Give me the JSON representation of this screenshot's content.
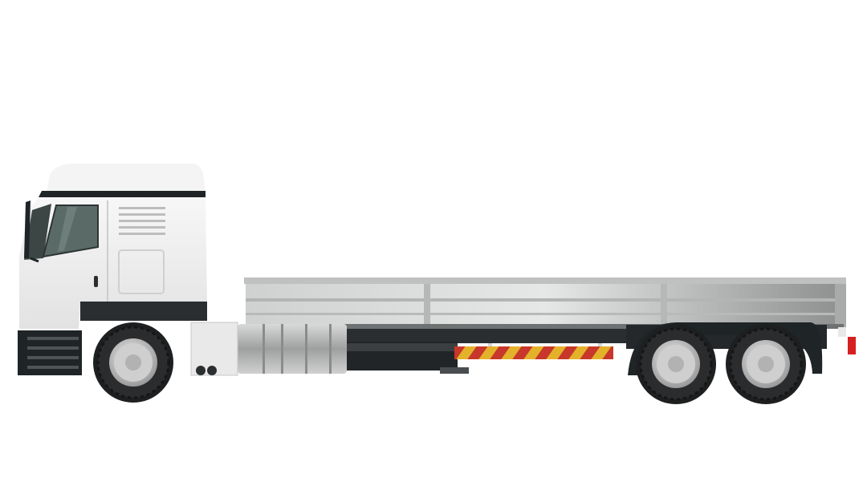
{
  "scene": {
    "subject": "flatbed-truck-side-view",
    "colors": {
      "background": "#ffffff",
      "cab_body": "#eeeeee",
      "cab_roof": "#f4f4f4",
      "cab_stripe": "#1f2426",
      "window_glass": "#5a6b67",
      "bed_panel": "#d7d8d8",
      "bed_rail": "#c2c4c4",
      "chassis": "#2b2e30",
      "tire": "#1e1f20",
      "hub": "#d8d8d8",
      "hazard_red": "#c8372b",
      "hazard_yellow": "#e3b12a",
      "marker_orange": "#e88a1d",
      "tail_light": "#d42020"
    },
    "parts": [
      "cab",
      "cab-window",
      "door",
      "grille",
      "mirror",
      "front-bumper",
      "fuel-tank",
      "flatbed",
      "hazard-bar",
      "front-wheel",
      "rear-wheel-1",
      "rear-wheel-2",
      "tail-light"
    ]
  }
}
